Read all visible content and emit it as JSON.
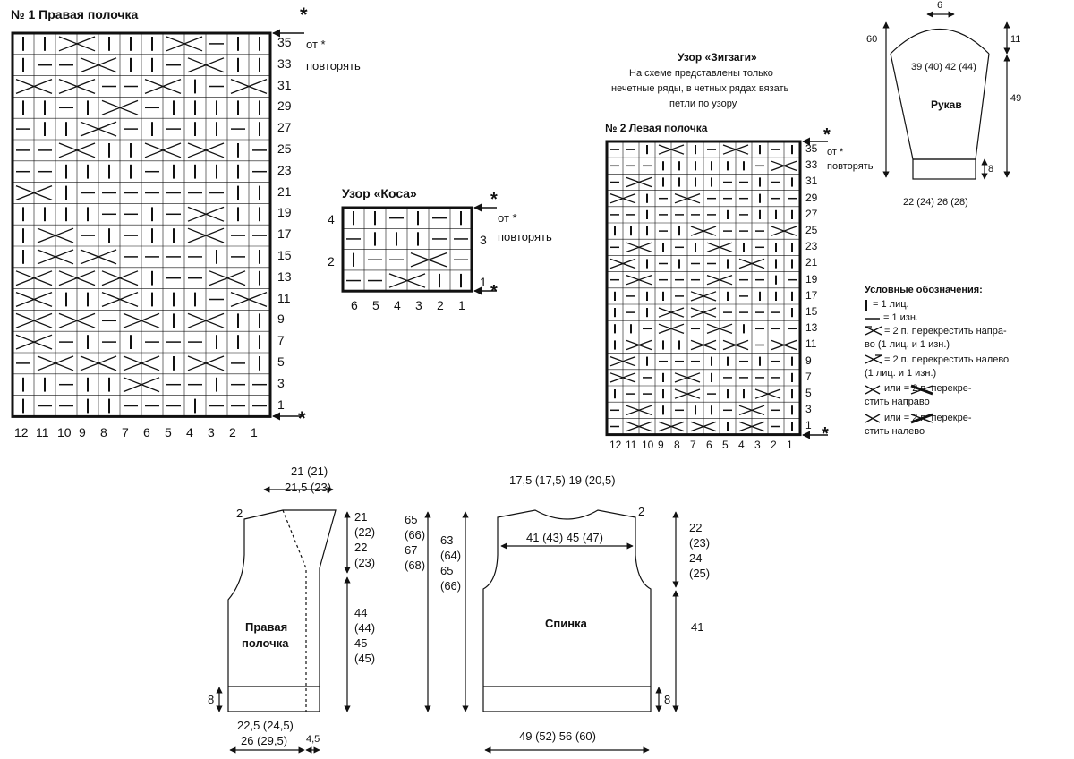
{
  "chart1": {
    "title": "№ 1 Правая полочка",
    "repeat_note_line1": "от *",
    "repeat_note_line2": "повторять",
    "row_numbers": [
      "35",
      "33",
      "31",
      "29",
      "27",
      "25",
      "23",
      "21",
      "19",
      "17",
      "15",
      "13",
      "11",
      "9",
      "7",
      "5",
      "3",
      "1"
    ],
    "col_numbers": [
      "12",
      "11",
      "10",
      "9",
      "8",
      "7",
      "6",
      "5",
      "4",
      "3",
      "2",
      "1"
    ]
  },
  "chart_kosa": {
    "title": "Узор «Коса»",
    "repeat_note_line1": "от *",
    "repeat_note_line2": "повторять",
    "left_rows": [
      "4",
      "2"
    ],
    "right_rows": [
      "3",
      "1"
    ],
    "col_numbers": [
      "6",
      "5",
      "4",
      "3",
      "2",
      "1"
    ]
  },
  "zigzag_note": {
    "title": "Узор «Зигзаги»",
    "line1": "На схеме представлены только",
    "line2": "нечетные ряды, в четных рядах вязать",
    "line3": "петли по узору"
  },
  "chart2": {
    "title": "№ 2 Левая полочка",
    "repeat_note_line1": "от *",
    "repeat_note_line2": "повторять",
    "row_numbers": [
      "35",
      "33",
      "31",
      "29",
      "27",
      "25",
      "23",
      "21",
      "19",
      "17",
      "15",
      "13",
      "11",
      "9",
      "7",
      "5",
      "3",
      "1"
    ],
    "col_numbers": [
      "12",
      "11",
      "10",
      "9",
      "8",
      "7",
      "6",
      "5",
      "4",
      "3",
      "2",
      "1"
    ]
  },
  "sleeve": {
    "label": "Рукав",
    "top_width": "6",
    "height_total": "60",
    "cap_height": "11",
    "width": "39 (40) 42 (44)",
    "length": "49",
    "cuff": "8",
    "cuff_width": "22 (24) 26 (28)"
  },
  "legend": {
    "title": "Условные обозначения:",
    "items": [
      "= 1 лиц.",
      "= 1 изн.",
      "= 2 п. перекрестить напра-",
      "во (1 лиц. и 1 изн.)",
      "= 2 п. перекрестить налево",
      "(1 лиц. и 1 изн.)",
      "или         =  2 п. перекре-",
      "стить направо",
      "или         =  2 п. перекре-",
      "стить налево"
    ]
  },
  "front": {
    "label_line1": "Правая",
    "label_line2": "полочка",
    "top1": "21 (21)",
    "top2": "21,5 (23)",
    "corner": "2",
    "armhole": [
      "21",
      "(22)",
      "22",
      "(23)"
    ],
    "side": [
      "44",
      "(44)",
      "45",
      "(45)"
    ],
    "total": [
      "65",
      "(66)",
      "67",
      "(68)"
    ],
    "rib": "8",
    "bottom1": "22,5 (24,5)",
    "bottom2": "26 (29,5)",
    "band": "4,5"
  },
  "back": {
    "label": "Спинка",
    "neck": "17,5 (17,5) 19 (20,5)",
    "width": "41 (43) 45 (47)",
    "corner": "2",
    "total": [
      "63",
      "(64)",
      "65",
      "(66)"
    ],
    "armhole": [
      "22",
      "(23)",
      "24",
      "(25)"
    ],
    "side": "41",
    "rib": "8",
    "bottom": "49 (52) 56 (60)"
  }
}
